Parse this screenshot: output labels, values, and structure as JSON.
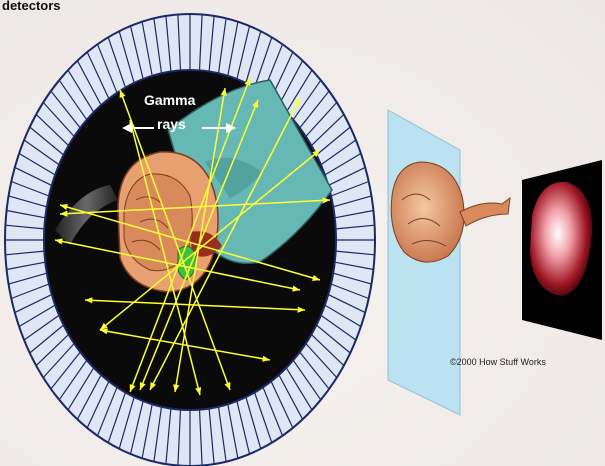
{
  "labels": {
    "detectors": "detectors",
    "gamma": "Gamma",
    "rays": "rays",
    "copyright": "©2000 How Stuff Works"
  },
  "colors": {
    "background": "#f2f0ee",
    "detector_ring_fill": "#dfe6f4",
    "detector_ring_stroke": "#1a2a66",
    "scanner_interior": "#0a0a0a",
    "gamma_ray": "#ffff33",
    "head_skin": "#e8a070",
    "brain": "#d88a5c",
    "tumor": "#3fbf3f",
    "patient_gown": "#66b8b4",
    "projection_plane": "#a9dff2",
    "result_image_frame": "#000000"
  },
  "icons": [
    "detector-ring",
    "patient-head",
    "gamma-ray-arrows",
    "projection-plane",
    "brain-model",
    "pet-scan-image"
  ]
}
